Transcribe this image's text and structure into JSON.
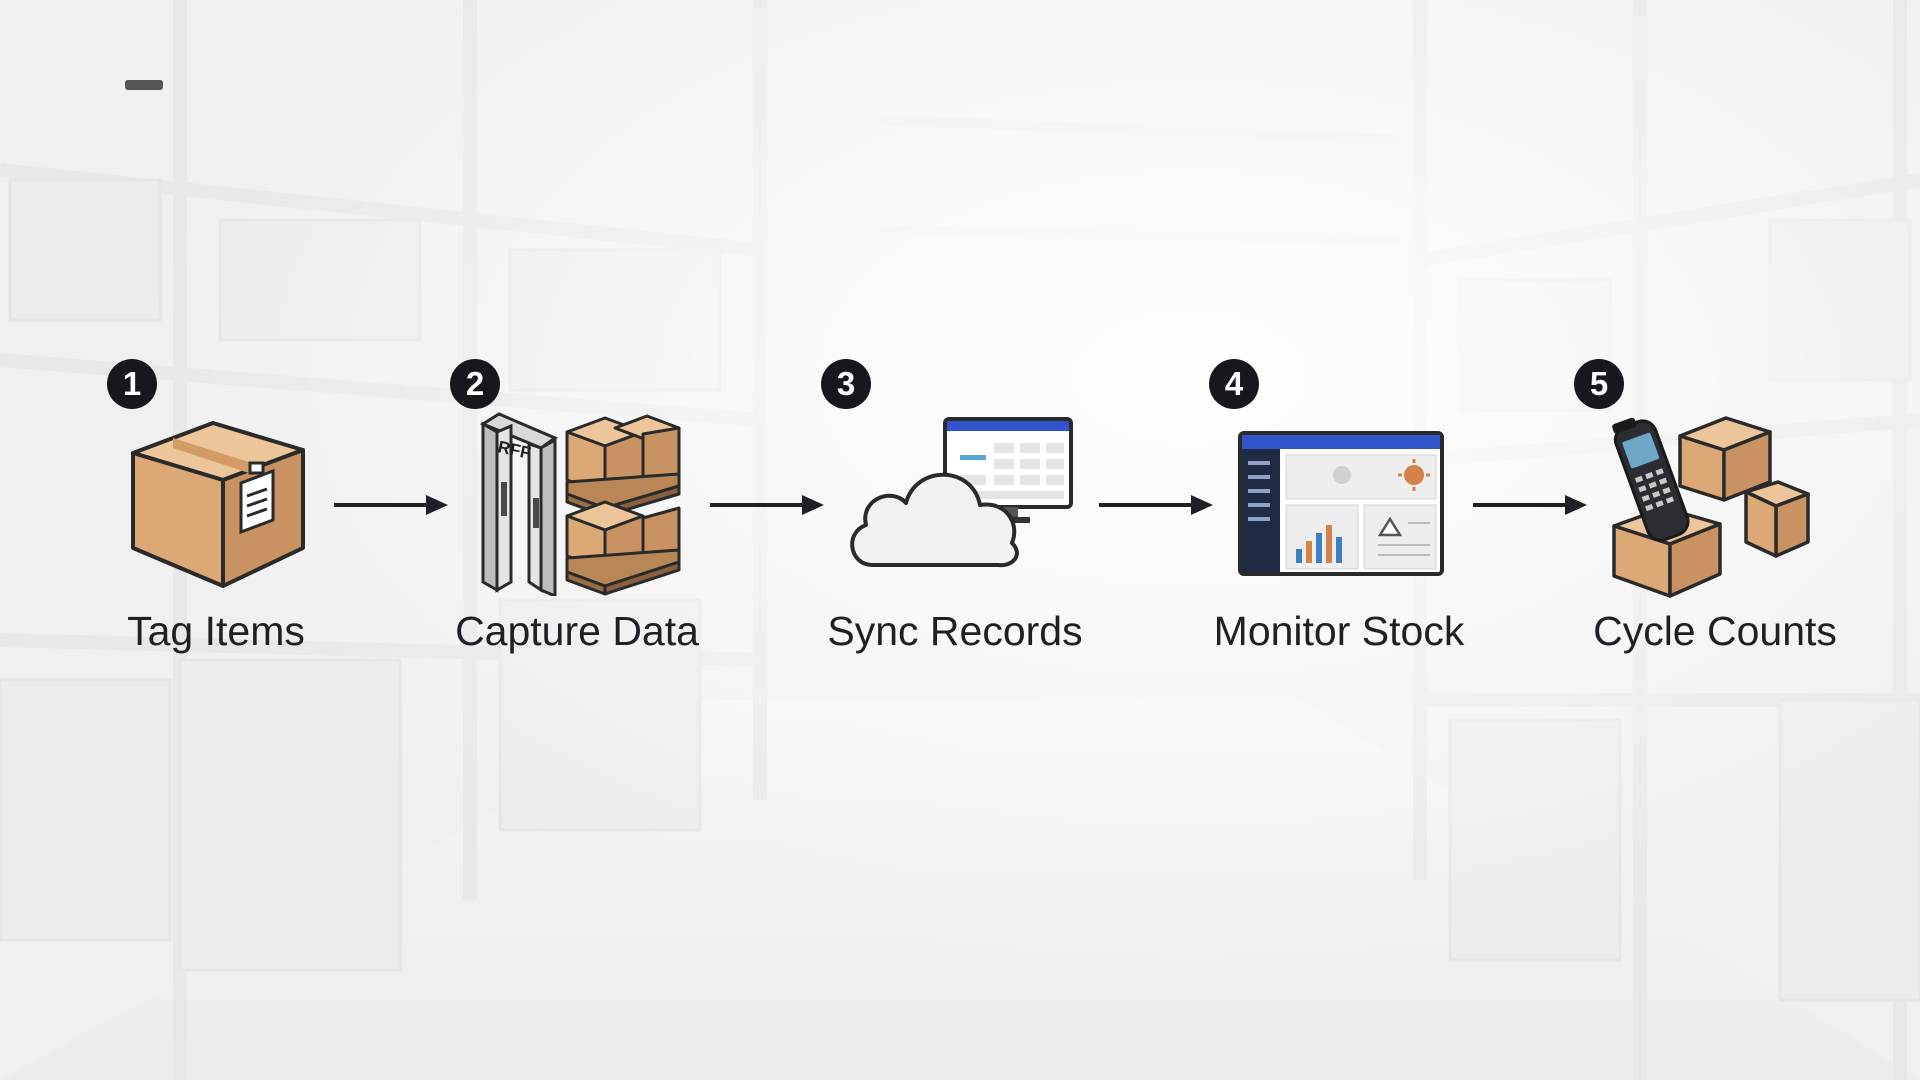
{
  "steps": [
    {
      "number": "1",
      "label": "Tag Items",
      "icon": "tagged-box-icon"
    },
    {
      "number": "2",
      "label": "Capture Data",
      "icon": "rfid-gate-pallets-icon"
    },
    {
      "number": "3",
      "label": "Sync Records",
      "icon": "cloud-monitor-icon"
    },
    {
      "number": "4",
      "label": "Monitor Stock",
      "icon": "dashboard-icon"
    },
    {
      "number": "5",
      "label": "Cycle Counts",
      "icon": "handheld-scanner-boxes-icon"
    }
  ],
  "gate_text": "RFF",
  "colors": {
    "box_front": "#dca976",
    "box_side": "#c99262",
    "box_top": "#ecc59a",
    "outline": "#2a2a2a",
    "dashboard_blue": "#2f55c8",
    "badge": "#16181d"
  }
}
